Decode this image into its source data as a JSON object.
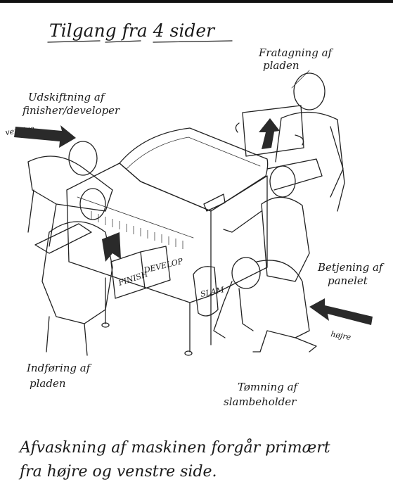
{
  "title": "Tilgang fra 4 sider",
  "labels": {
    "top_right": [
      "Fratagning af",
      "pladen"
    ],
    "top_left": [
      "Udskiftning af",
      "finisher/developer"
    ],
    "left_side": "venstre",
    "right_mid": [
      "Betjening af",
      "panelet"
    ],
    "right_side": "højre",
    "bottom_left": [
      "Indføring af",
      "pladen"
    ],
    "bottom_right": [
      "Tømning af",
      "slambeholder"
    ]
  },
  "container_labels": {
    "finish": "FINISH",
    "develop": "DEVELOP",
    "slam": "SLAM"
  },
  "caption": [
    "Afvaskning af maskinen forgår primært",
    "fra højre og venstre side."
  ]
}
